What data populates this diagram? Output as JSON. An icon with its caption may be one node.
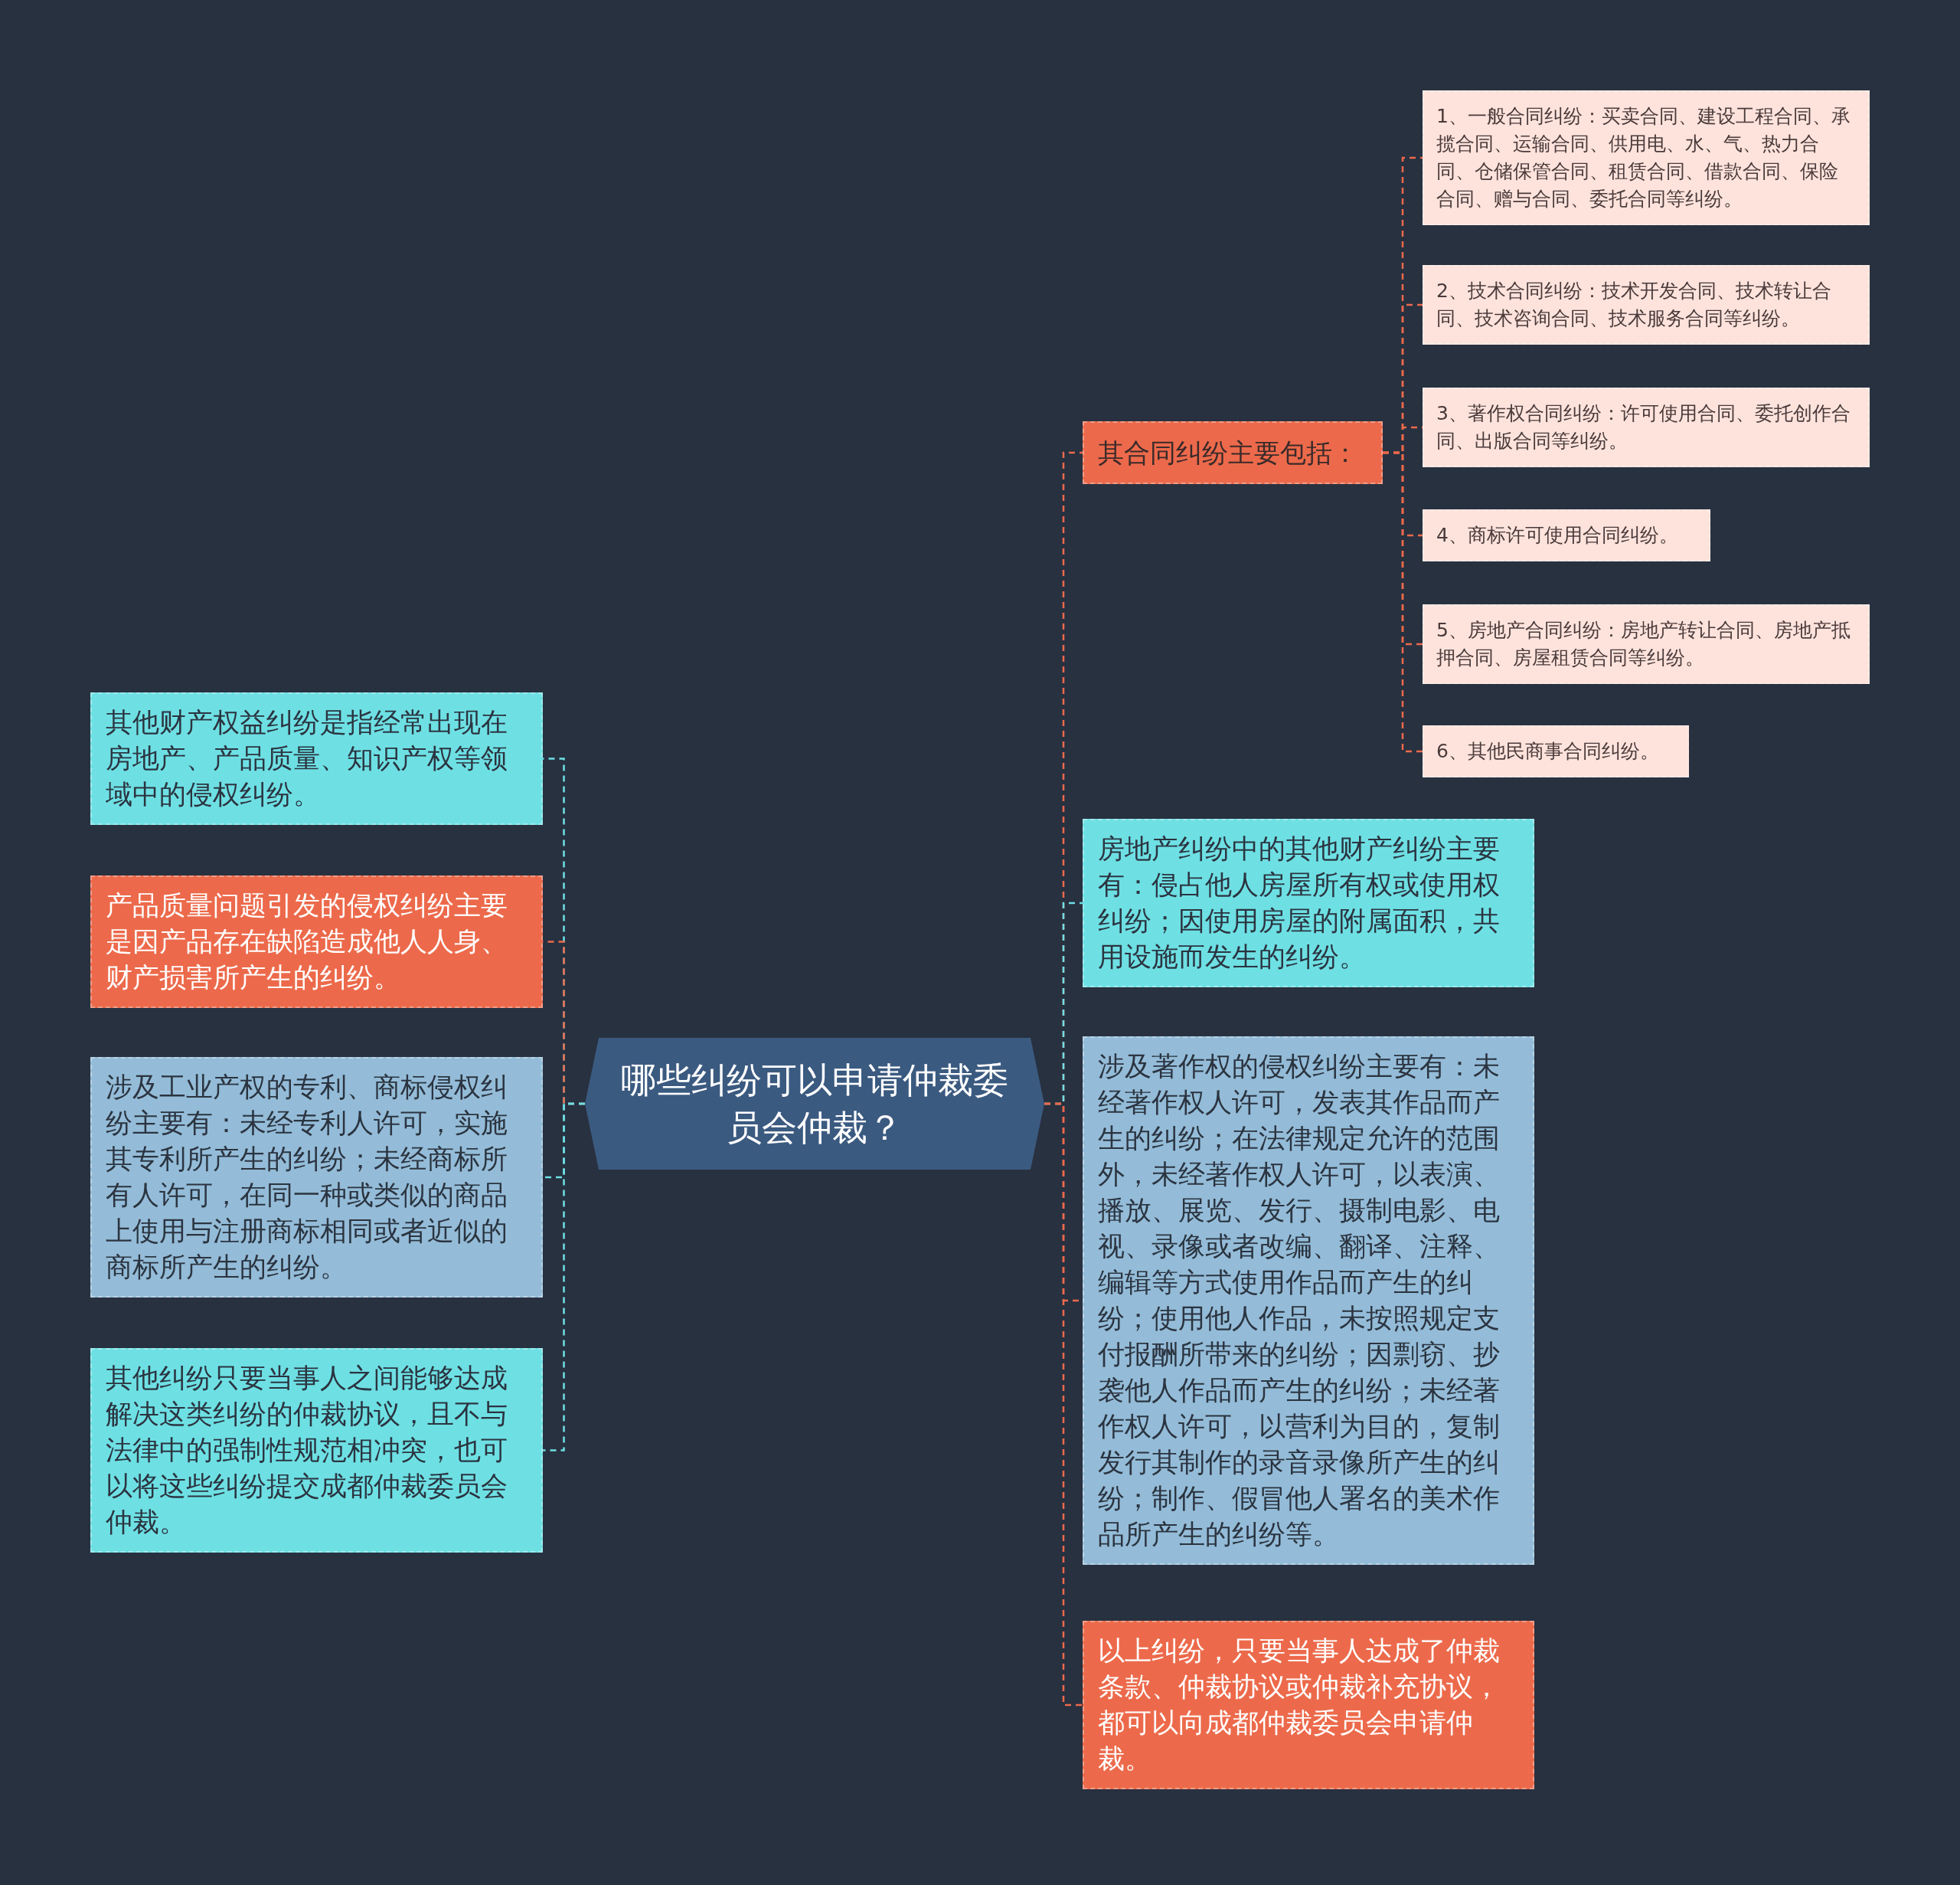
{
  "diagram": {
    "nodes": [
      {
        "text": [
          "哪些纠纷可以申请仲裁委员会仲裁？"
        ]
      },
      {
        "text": [
          "其合同纠纷主要包括："
        ]
      },
      {
        "text": [
          "1、一般合同纠纷：买卖合同、建设工程合同、承揽合同、运输合同、供用电、水、气、热力合同、仓储保管合同、租赁合同、借款合同、保险合同、赠与合同、委托合同等纠纷。"
        ]
      },
      {
        "text": [
          "2、技术合同纠纷：技术开发合同、技术转让合同、技术咨询合同、技术服务合同等纠纷。"
        ]
      },
      {
        "text": [
          "3、著作权合同纠纷：许可使用合同、委托创作合同、出版合同等纠纷。"
        ]
      },
      {
        "text": [
          "4、商标许可使用合同纠纷。"
        ]
      },
      {
        "text": [
          "5、房地产合同纠纷：房地产转让合同、房地产抵押合同、房屋租赁合同等纠纷。"
        ]
      },
      {
        "text": [
          "6、其他民商事合同纠纷。"
        ]
      },
      {
        "text": [
          "房地产纠纷中的其他财产纠纷主要有：侵占他人房屋所有权或使用权纠纷；因使用房屋的附属面积，共用设施而发生的纠纷。"
        ]
      },
      {
        "text": [
          "涉及著作权的侵权纠纷主要有：未经著作权人许可，发表其作品而产生的纠纷；在法律规定允许的范围外，未经著作权人许可，以表演、播放、展览、发行、摄制电影、电视、录像或者改编、翻译、注释、编辑等方式使用作品而产生的纠纷；使用他人作品，未按照规定支付报酬所带来的纠纷；因剽窃、抄袭他人作品而产生的纠纷；未经著作权人许可，以营利为目的，复制发行其制作的录音录像所产生的纠纷；制作、假冒他人署名的美术作品所产生的纠纷等。"
        ]
      },
      {
        "text": [
          "以上纠纷，只要当事人达成了仲裁条款、仲裁协议或仲裁补充协议，都可以向成都仲裁委员会申请仲裁。"
        ]
      },
      {
        "text": [
          "其他财产权益纠纷是指经常出现在房地产、产品质量、知识产权等领域中的侵权纠纷。"
        ]
      },
      {
        "text": [
          "产品质量问题引发的侵权纠纷主要是因产品存在缺陷造成他人人身、财产损害所产生的纠纷。"
        ]
      },
      {
        "text": [
          "涉及工业产权的专利、商标侵权纠纷主要有：未经专利人许可，实施其专利所产生的纠纷；未经商标所有人许可，在同一种或类似的商品上使用与注册商标相同或者近似的商标所产生的纠纷。"
        ]
      },
      {
        "text": [
          "其他纠纷只要当事人之间能够达成解决这类纠纷的仲裁协议，且不与法律中的强制性规范相冲突，也可以将这些纠纷提交成都仲裁委员会仲裁。"
        ]
      }
    ],
    "edges": [
      {
        "from": 0,
        "to": 1,
        "arrow": "none",
        "style": "dashed"
      },
      {
        "from": 1,
        "to": 2,
        "arrow": "none",
        "style": "dashed"
      },
      {
        "from": 1,
        "to": 3,
        "arrow": "none",
        "style": "dashed"
      },
      {
        "from": 1,
        "to": 4,
        "arrow": "none",
        "style": "dashed"
      },
      {
        "from": 1,
        "to": 5,
        "arrow": "none",
        "style": "dashed"
      },
      {
        "from": 1,
        "to": 6,
        "arrow": "none",
        "style": "dashed"
      },
      {
        "from": 1,
        "to": 7,
        "arrow": "none",
        "style": "dashed"
      },
      {
        "from": 0,
        "to": 8,
        "arrow": "none",
        "style": "dashed",
        "color": "#6ee0e4"
      },
      {
        "from": 0,
        "to": 9,
        "arrow": "none",
        "style": "dashed"
      },
      {
        "from": 0,
        "to": 10,
        "arrow": "none",
        "style": "dashed"
      },
      {
        "from": 0,
        "to": 11,
        "arrow": "none",
        "style": "dashed",
        "color": "#6ee0e4"
      },
      {
        "from": 0,
        "to": 12,
        "arrow": "none",
        "style": "dashed"
      },
      {
        "from": 0,
        "to": 13,
        "arrow": "none",
        "style": "dashed",
        "color": "#6ee0e4"
      },
      {
        "from": 0,
        "to": 14,
        "arrow": "none",
        "style": "dashed",
        "color": "#6ee0e4"
      }
    ]
  }
}
